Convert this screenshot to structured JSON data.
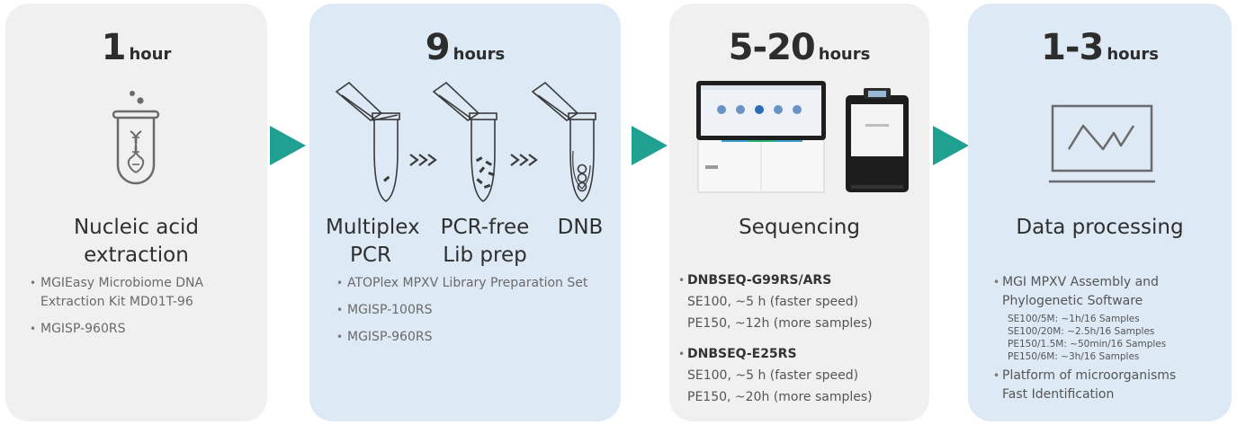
{
  "steps": [
    {
      "time_num": "1",
      "time_unit": "hour",
      "title": "Nucleic acid extraction",
      "title_line1": "Nucleic acid",
      "title_line2": "extraction",
      "bullets": [
        "MGIEasy Microbiome DNA Extraction Kit MD01T-96",
        "MGISP-960RS"
      ]
    },
    {
      "time_num": "9",
      "time_unit": "hours",
      "labels": [
        {
          "line1": "Multiplex",
          "line2": "PCR"
        },
        {
          "line1": "PCR-free",
          "line2": "Lib prep"
        },
        {
          "line1": "DNB",
          "line2": ""
        }
      ],
      "bullets": [
        "ATOPlex MPXV Library Preparation Set",
        "MGISP-100RS",
        "MGISP-960RS"
      ]
    },
    {
      "time_num": "5-20",
      "time_unit": "hours",
      "title": "Sequencing",
      "groups": [
        {
          "name": "DNBSEQ-G99RS/ARS",
          "lines": [
            "SE100, ~5 h (faster speed)",
            "PE150, ~12h (more samples)"
          ]
        },
        {
          "name": "DNBSEQ-E25RS",
          "lines": [
            "SE100, ~5 h (faster speed)",
            "PE150, ~20h (more samples)"
          ]
        }
      ]
    },
    {
      "time_num": "1-3",
      "time_unit": "hours",
      "title": "Data processing",
      "software_line1": "MGI MPXV Assembly and",
      "software_line2": "Phylogenetic Software",
      "runtimes": [
        "SE100/5M:  ~1h/16 Samples",
        "SE100/20M:  ~2.5h/16 Samples",
        "PE150/1.5M: ~50min/16 Samples",
        "PE150/6M: ~3h/16 Samples"
      ],
      "platform_line1": "Platform of microorganisms",
      "platform_line2": "Fast Identification"
    }
  ],
  "colors": {
    "arrow": "#20a090",
    "card_gray": "#f0f0f0",
    "card_blue": "#dde9f5",
    "icon": "#6b6b6b"
  }
}
